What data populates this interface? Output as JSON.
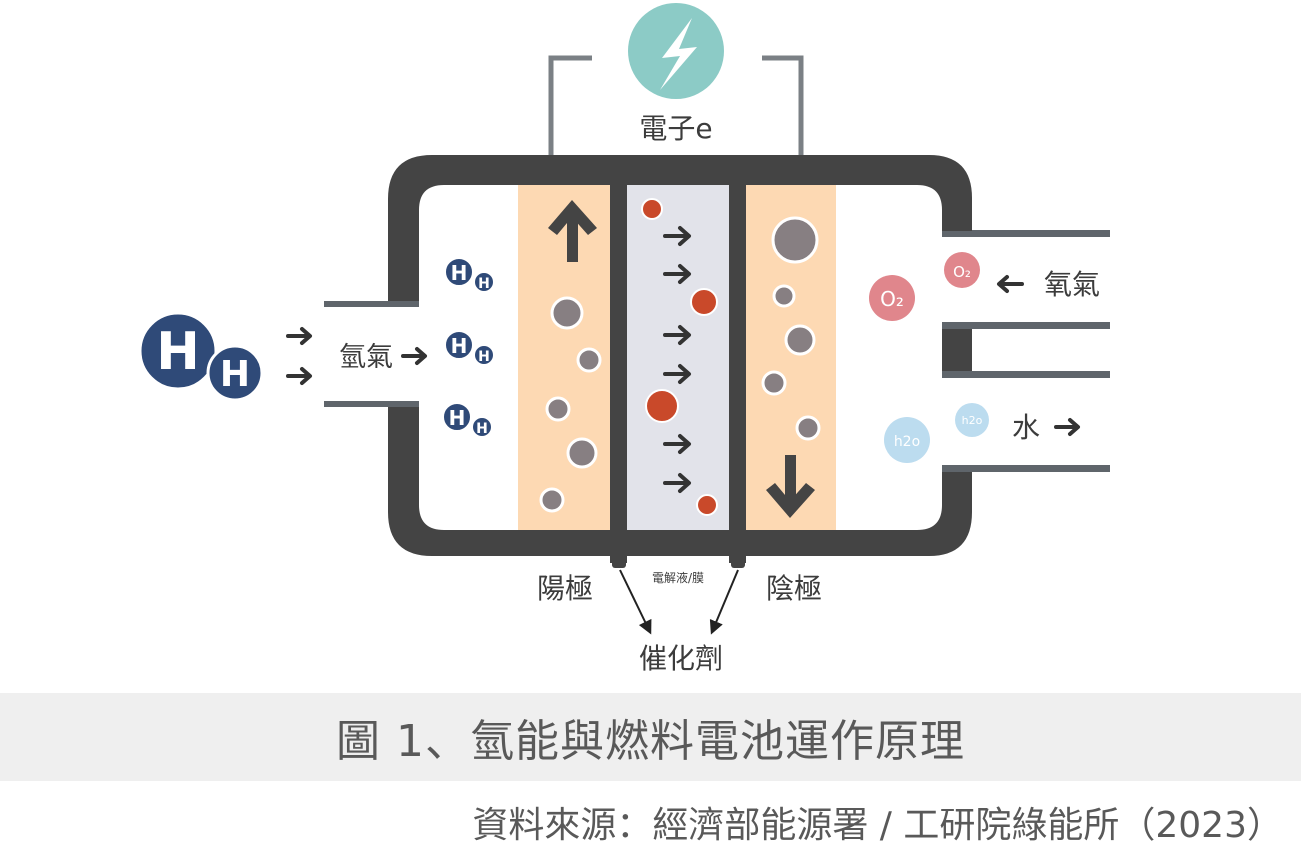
{
  "diagram": {
    "electron_label": "電子e",
    "hydrogen_in_label": "氫氣",
    "oxygen_in_label": "氧氣",
    "water_out_label": "水",
    "anode_label": "陽極",
    "cathode_label": "陰極",
    "electrolyte_label": "電解液/膜",
    "catalyst_label": "催化劑",
    "hydrogen_atom_symbol": "H",
    "oxygen_molecule_symbol": "O₂",
    "water_molecule_symbol": "h2o",
    "icons": {
      "power": "lightning-bolt",
      "flow_right": "arrow-right",
      "flow_left": "arrow-left",
      "flow_up": "arrow-up",
      "flow_down": "arrow-down"
    },
    "colors": {
      "frame": "#444444",
      "pipe_edge": "#5f656b",
      "electron_badge": "#8ccbc6",
      "hydrogen": "#2f4a78",
      "electrode_fill": "#fdd9b3",
      "electrolyte_fill": "#e2e3ea",
      "particle_gray": "#877f82",
      "ion_red": "#c9492a",
      "oxygen": "#e0868c",
      "water": "#bcdcef",
      "wire": "#7b8085"
    }
  },
  "caption": {
    "title": "圖 1、氫能與燃料電池運作原理",
    "source": "資料來源：經濟部能源署 / 工研院綠能所（2023）"
  }
}
